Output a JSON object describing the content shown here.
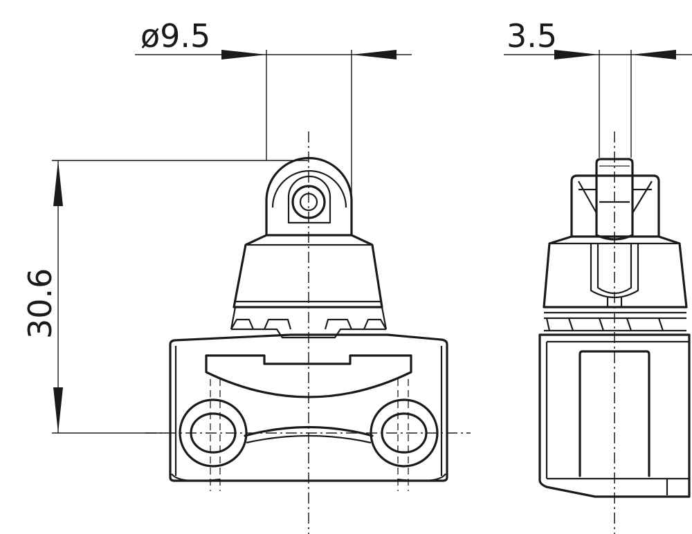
{
  "dimensions": {
    "roller_diameter": "ø9.5",
    "roller_width": "3.5",
    "height": "30.6"
  }
}
